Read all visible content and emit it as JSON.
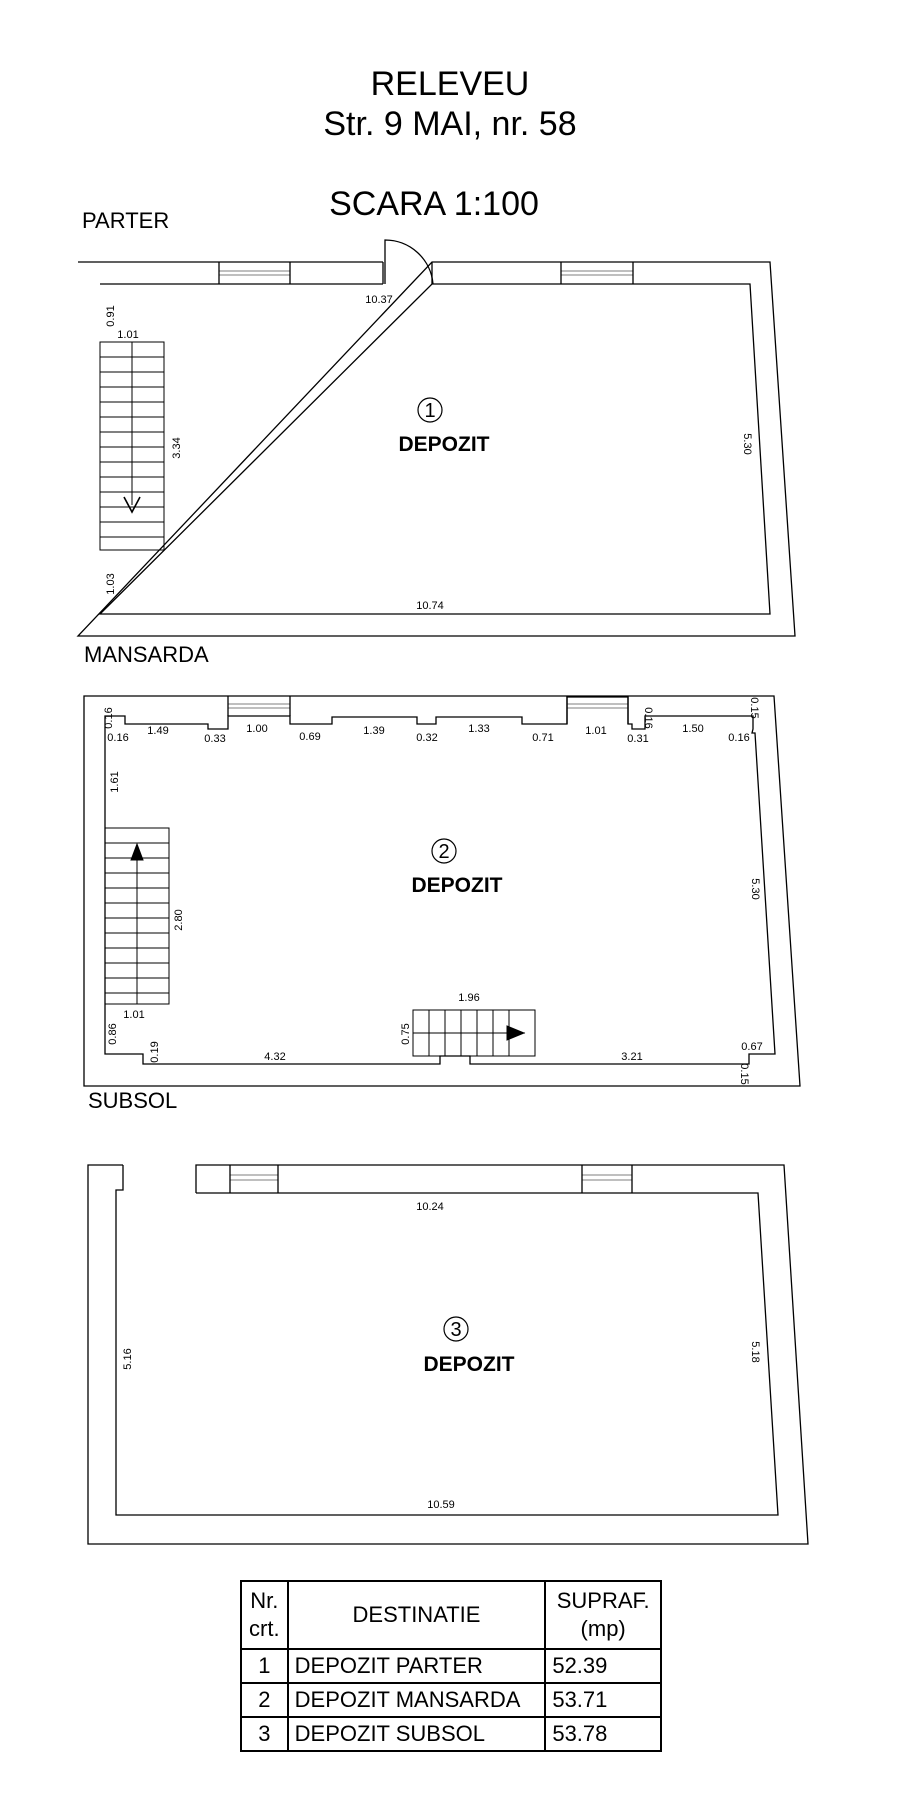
{
  "header": {
    "title": "RELEVEU",
    "address": "Str. 9 MAI, nr. 58",
    "scale": "SCARA 1:100"
  },
  "floors": {
    "parter": {
      "label": "PARTER",
      "room_number": "1",
      "room_name": "DEPOZIT",
      "dims": {
        "top": "10.37",
        "bottom": "10.74",
        "right": "5.30",
        "stair_width": "1.01",
        "stair_length": "3.34",
        "offset_top": "0.91",
        "offset_bottom": "1.03"
      }
    },
    "mansarda": {
      "label": "MANSARDA",
      "room_number": "2",
      "room_name": "DEPOZIT",
      "dims": {
        "t1": "0.16",
        "t2": "0.16",
        "t3": "1.49",
        "t4": "0.33",
        "t5": "1.00",
        "t6": "0.69",
        "t7": "1.39",
        "t8": "0.32",
        "t9": "1.33",
        "t10": "0.71",
        "t11": "1.01",
        "t12": "0.16",
        "t13": "0.31",
        "t14": "1.50",
        "t15": "0.16",
        "t16": "0.15",
        "left_top": "1.61",
        "stair_length": "2.80",
        "stair_width": "1.01",
        "left_bottom": "0.86",
        "niche": "0.19",
        "bottom_left": "4.32",
        "stair2_width": "1.96",
        "stair2_depth": "0.75",
        "bottom_right": "3.21",
        "br_small": "0.67",
        "br_small2": "0.15",
        "right": "5.30"
      }
    },
    "subsol": {
      "label": "SUBSOL",
      "room_number": "3",
      "room_name": "DEPOZIT",
      "dims": {
        "top": "10.24",
        "left": "5.16",
        "right": "5.18",
        "bottom": "10.59"
      }
    }
  },
  "legend": {
    "headers": {
      "nr": "Nr.",
      "crt": "crt.",
      "destinatie": "DESTINATIE",
      "supraf": "SUPRAF.",
      "unit": "(mp)"
    },
    "rows": [
      {
        "nr": "1",
        "destinatie": "DEPOZIT PARTER",
        "suprafata": "52.39"
      },
      {
        "nr": "2",
        "destinatie": "DEPOZIT MANSARDA",
        "suprafata": "53.71"
      },
      {
        "nr": "3",
        "destinatie": "DEPOZIT SUBSOL",
        "suprafata": "53.78"
      }
    ]
  }
}
